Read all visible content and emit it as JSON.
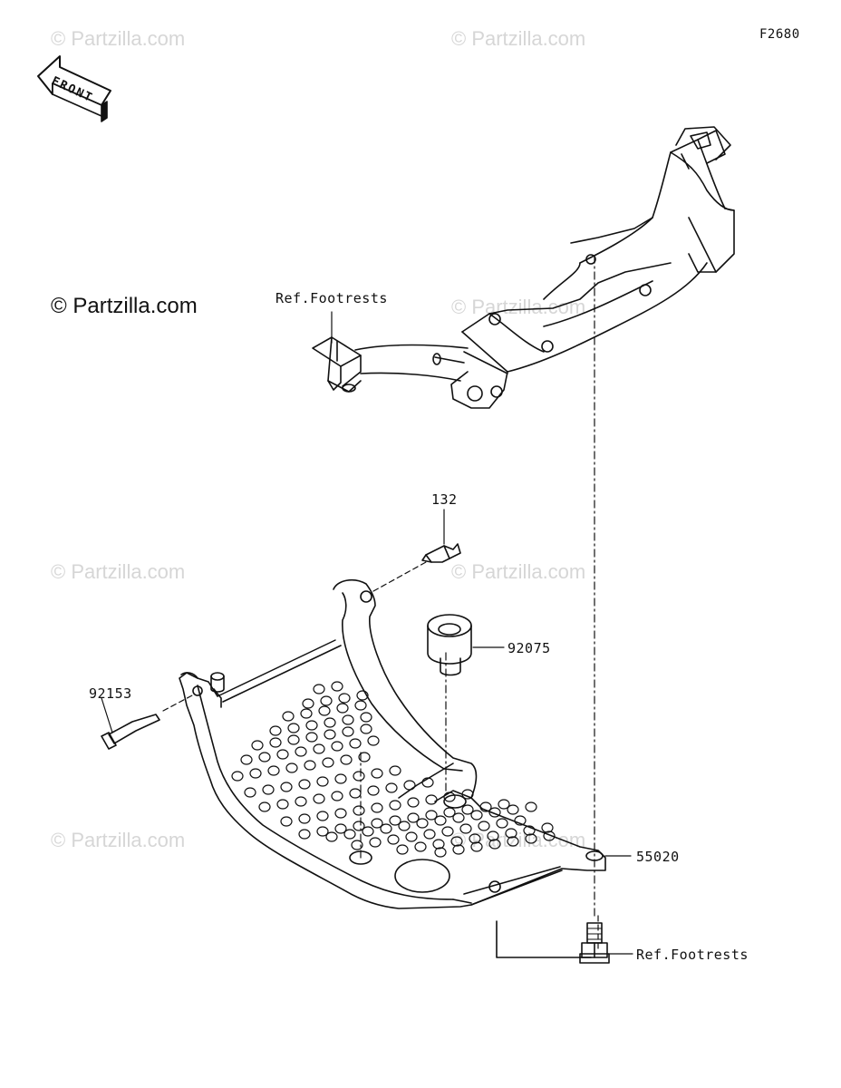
{
  "figure_code": "F2680",
  "front_label": "FRONT",
  "watermark": "© Partzilla.com",
  "watermark_main": "© Partzilla.com",
  "labels": {
    "ref_footrests_top": "Ref.Footrests",
    "ref_footrests_bottom": "Ref.Footrests",
    "part_132": "132",
    "part_92075": "92075",
    "part_92153": "92153",
    "part_55020": "55020"
  },
  "colors": {
    "line": "#111111",
    "watermark": "#d6d6d6",
    "background": "#ffffff"
  }
}
